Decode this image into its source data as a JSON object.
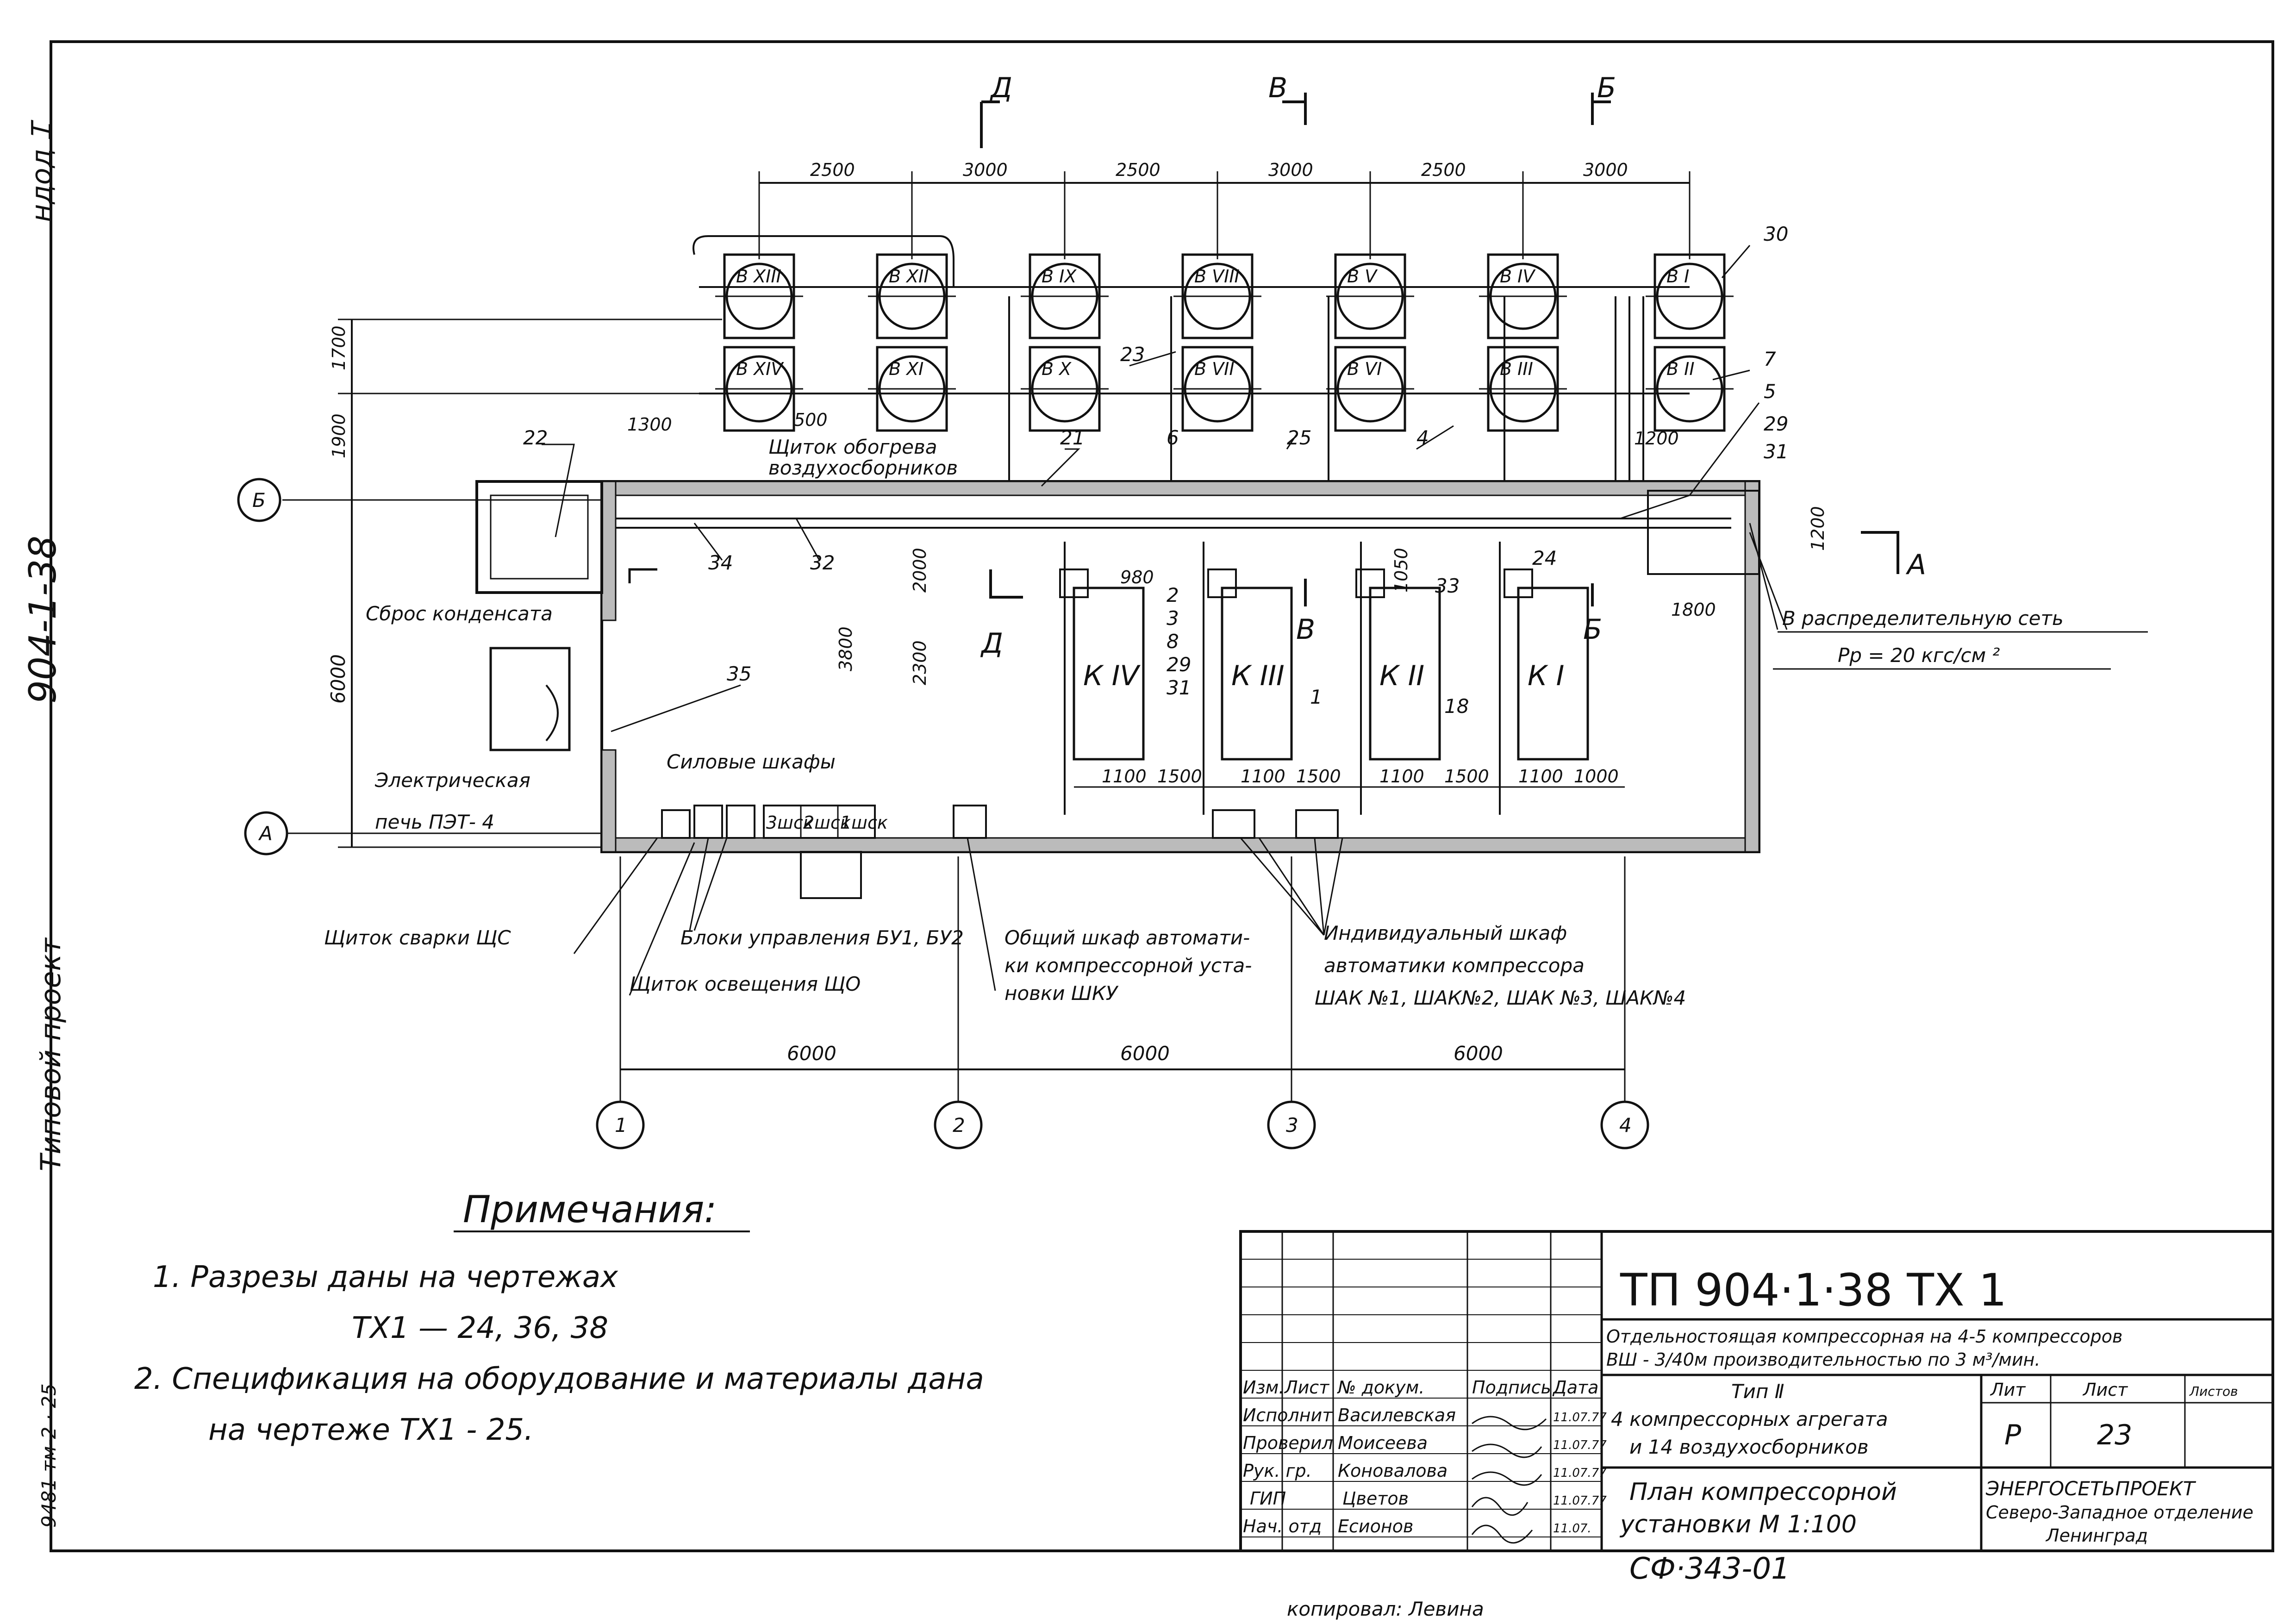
{
  "side": {
    "inventory": "ндод Ɪ",
    "project_code": "904-1-38",
    "project_type": "Типовой проект",
    "bottom_code": "9481 тм-2 · 25"
  },
  "sections": {
    "d": "Д",
    "v": "В",
    "b": "Б",
    "a": "А"
  },
  "axes": {
    "b": "Б",
    "a": "А",
    "n1": "1",
    "n2": "2",
    "n3": "3",
    "n4": "4"
  },
  "dims": {
    "top": [
      "2500",
      "3000",
      "2500",
      "3000",
      "2500",
      "3000"
    ],
    "left_1700": "1700",
    "left_1900": "1900",
    "left_6000": "6000",
    "d1300": "1300",
    "d500": "500",
    "d2000": "2000",
    "d3800": "3800",
    "d2300": "2300",
    "d1200a": "1200",
    "d1200b": "1200",
    "d1800": "1800",
    "d980": "980",
    "d1050": "1050",
    "bottom_row": [
      "1100",
      "1500",
      "1100",
      "1500",
      "1100",
      "1500",
      "1100",
      "1000"
    ],
    "bottom": [
      "6000",
      "6000",
      "6000"
    ]
  },
  "receivers": [
    "В XIII",
    "В XII",
    "В IX",
    "В VIII",
    "В V",
    "В IV",
    "В I",
    "В XIV",
    "В XI",
    "В X",
    "В VII",
    "В VI",
    "В III",
    "В II"
  ],
  "compressors": [
    "К IV",
    "К III",
    "К II",
    "К I"
  ],
  "cabinets": [
    "3шск",
    "2шск",
    "1шск"
  ],
  "callouts": {
    "c30": "30",
    "c7": "7",
    "c5": "5",
    "c29": "29",
    "c31": "31",
    "c23": "23",
    "c21": "21",
    "c6": "6",
    "c25": "25",
    "c4": "4",
    "c22": "22",
    "c34": "34",
    "c32": "32",
    "c35": "35",
    "c24": "24",
    "c33": "33",
    "c18": "18",
    "c1": "1",
    "stack": [
      "2",
      "3",
      "8",
      "29",
      "31"
    ]
  },
  "labels": {
    "heater_panel_1": "Щиток обогрева",
    "heater_panel_2": "воздухосборников",
    "condensate": "Сброс конденсата",
    "distribution_net": "В распределительную сеть",
    "pressure": "Рр = 20 кгс/см ²",
    "electric_1": "Электрическая",
    "electric_2": "печь  ПЭТ- 4",
    "power_cabinets": "Силовые шкафы",
    "welding": "Щиток сварки ЩС",
    "control_blocks": "Блоки управления БУ1, БУ2",
    "lighting": "Щиток освещения ЩО",
    "general_1": "Общий шкаф автомати-",
    "general_2": "ки компрессорной уста-",
    "general_3": "новки  ШКУ",
    "indiv_1": "Индивидуальный шкаф",
    "indiv_2": "автоматики компрессора",
    "indiv_3": "ШАК №1, ШАК№2, ШАК №3, ШАК№4"
  },
  "notes": {
    "title": "Примечания:",
    "n1a": "1.  Разрезы  даны  на  чертежах",
    "n1b": "ТХ1 —   24, 36, 38",
    "n2a": "2.  Спецификация  на оборудование  и материалы  дана",
    "n2b": "на  чертеже  ТХ1 - 25."
  },
  "title_block": {
    "code": "ТП   904·1·38    ТХ 1",
    "desc1": "Отдельностоящая компрессорная на 4-5 компрессоров",
    "desc2": "ВШ - 3/40м производительностью по 3 м³/мин.",
    "headers": [
      "Изм.",
      "Лист",
      "№ докум.",
      "Подпись",
      "Дата"
    ],
    "roles": [
      "Исполнит",
      "Проверил",
      "Рук. гр.",
      "ГИП",
      "Нач. отд"
    ],
    "names": [
      "Василевская",
      "Моисеева",
      "Коновалова",
      "Цветов",
      "Есионов"
    ],
    "dates": [
      "11.07.77",
      "11.07.77",
      "11.07.77",
      "11.07.77",
      "11.07."
    ],
    "type1": "Тип Ⅱ",
    "type2": "4 компрессорных агрегата",
    "type3": "и  14  воздухосборников",
    "plan1": "План компрессорной",
    "plan2": "установки    М 1:100",
    "lit_label": "Лит",
    "sheet_label": "Лист",
    "sheets_label": "Листов",
    "lit": "Р",
    "sheet": "23",
    "org1": "ЭНЕРГОСЕТЬПРОЕКТ",
    "org2": "Северо-Западное отделение",
    "org3": "Ленинград",
    "archive": "СФ·343-01"
  },
  "copied": "копировал:  Левина"
}
